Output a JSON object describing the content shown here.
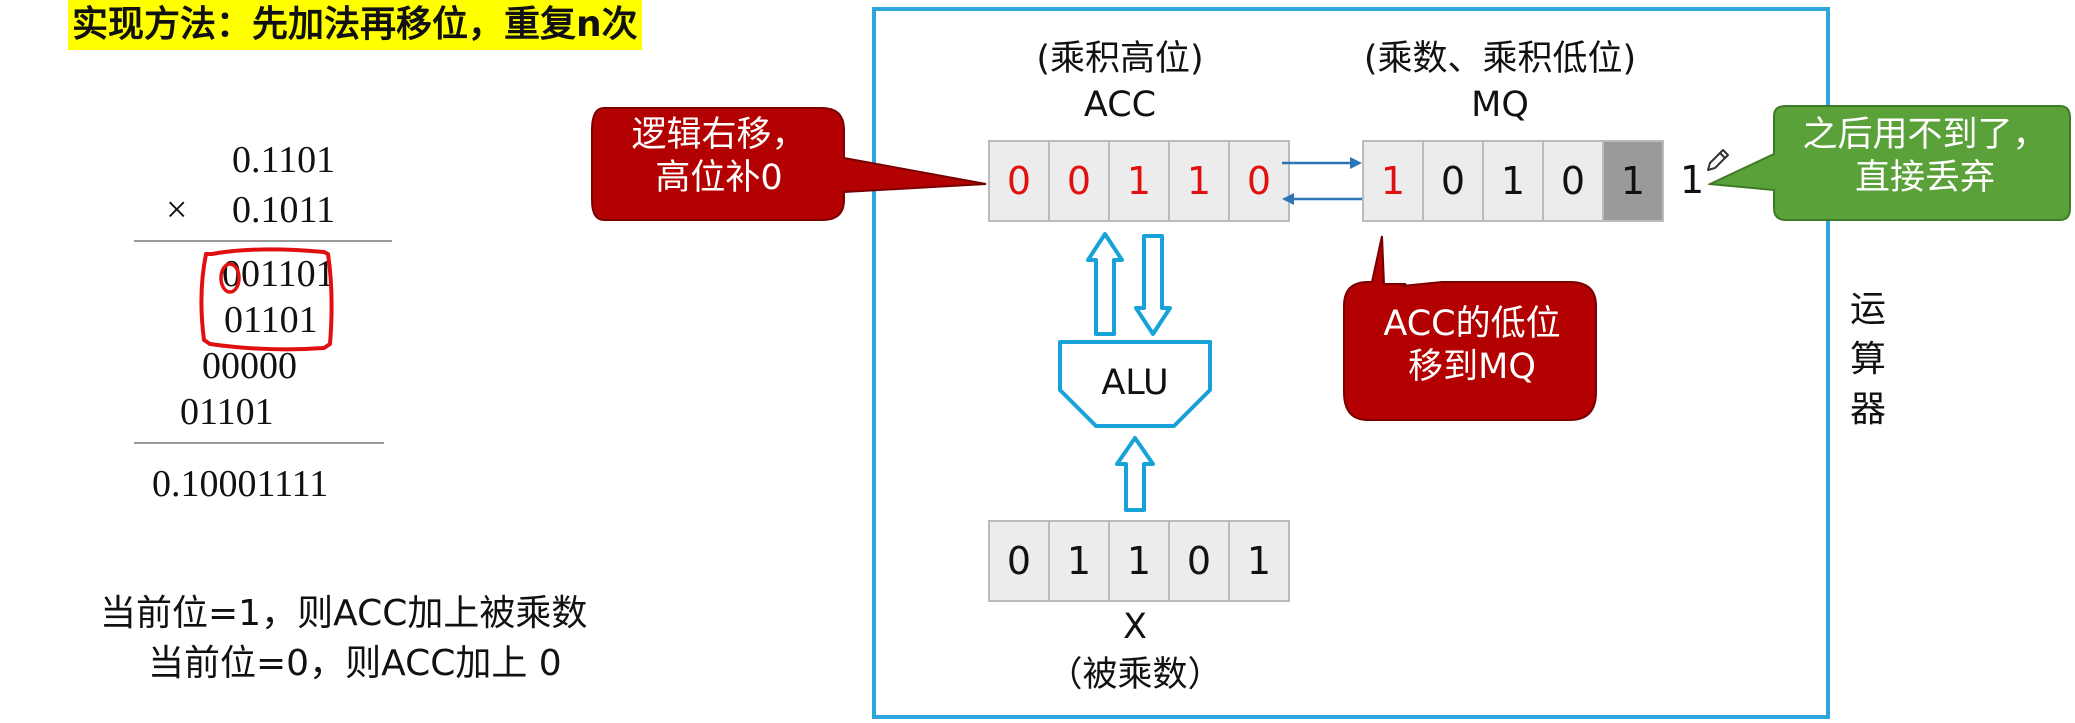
{
  "title": "实现方法：先加法再移位，重复n次",
  "multiplication": {
    "multiplicand": "0.1101",
    "operator": "×",
    "multiplier": "0.1011",
    "partials": [
      {
        "lead": "0",
        "rest": "01101"
      },
      {
        "lead": "",
        "rest": "01101"
      },
      {
        "lead": "",
        "rest": "00000"
      },
      {
        "lead": "",
        "rest": "01101"
      }
    ],
    "result": "0.10001111"
  },
  "rules": [
    "当前位=1，则ACC加上被乘数",
    "当前位=0，则ACC加上 0"
  ],
  "acc": {
    "caption": "(乘积高位)",
    "name": "ACC",
    "bits": [
      "0",
      "0",
      "1",
      "1",
      "0"
    ]
  },
  "mq": {
    "caption": "(乘数、乘积低位)",
    "name": "MQ",
    "bits": [
      "1",
      "0",
      "1",
      "0",
      "1"
    ],
    "dropped_bit": "1"
  },
  "x": {
    "bits": [
      "0",
      "1",
      "1",
      "0",
      "1"
    ],
    "name": "X",
    "caption": "（被乘数）"
  },
  "alu": {
    "label": "ALU"
  },
  "callouts": {
    "left": [
      "逻辑右移，",
      "高位补0"
    ],
    "right": [
      "之后用不到了，",
      "直接丢弃"
    ],
    "bottom": [
      "ACC的低位",
      "移到MQ"
    ]
  },
  "unit_label": [
    "运",
    "算",
    "器"
  ],
  "colors": {
    "frame": "#2ea6dd",
    "red_callout": "#b30000",
    "green_callout": "#5aa13a",
    "highlight": "#ffff00",
    "bit_red": "#e01010"
  }
}
